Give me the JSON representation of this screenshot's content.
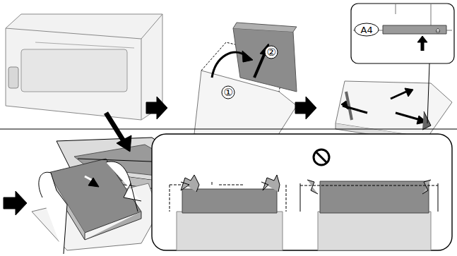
{
  "diagram": {
    "labels": [
      "①",
      "②",
      "A4"
    ]
  }
}
